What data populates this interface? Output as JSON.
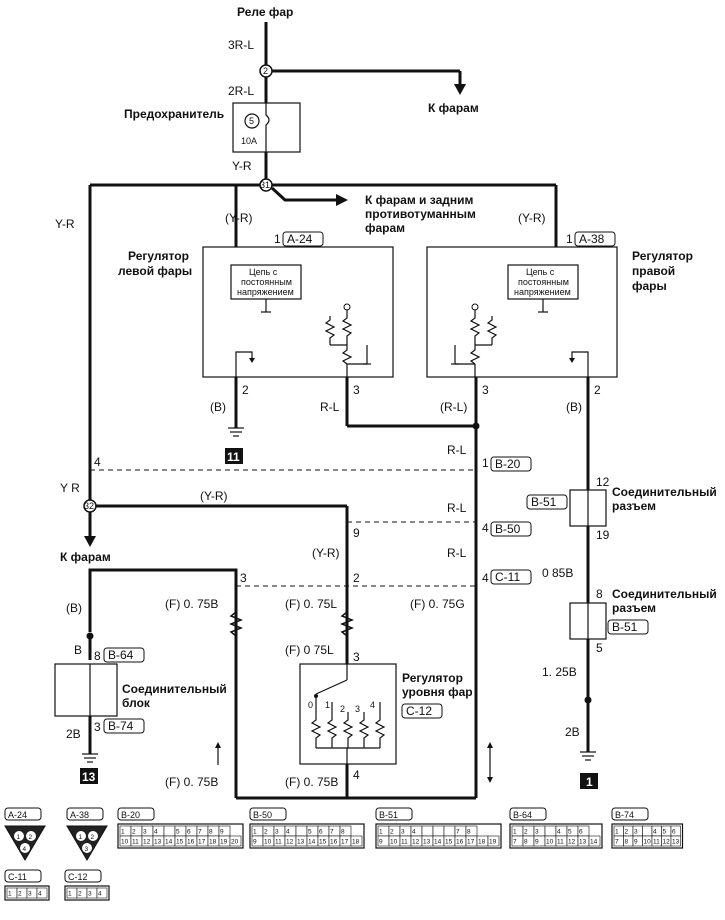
{
  "top_label": "Реле фар",
  "fuse": {
    "title": "Предохранитель",
    "number": "5",
    "rating": "10A"
  },
  "to_headlights": "К фарам",
  "to_headlights_rear_fog": [
    "К фарам и задним",
    "противотуманным",
    "фарам"
  ],
  "left_regulator": {
    "title": [
      "Регулятор",
      "левой фары"
    ],
    "const_circuit": [
      "Цепь с",
      "постоянным",
      "напряжением"
    ],
    "connector": "A-24"
  },
  "right_regulator": {
    "title": [
      "Регулятор",
      "правой",
      "фары"
    ],
    "const_circuit": [
      "Цепь с",
      "постоянным",
      "напряжением"
    ],
    "connector": "A-38"
  },
  "wires": {
    "w_3RL": "3R-L",
    "w_2RL": "2R-L",
    "w_YR_a": "Y-R",
    "w_YR_b": "Y-R",
    "w_YR_c": "Y R",
    "w_YRp_l": "(Y-R)",
    "w_YRp_r": "(Y-R)",
    "w_YRp_h": "(Y-R)",
    "w_YRp_v": "(Y-R)",
    "w_B_l": "(B)",
    "w_B_r": "(B)",
    "w_B_j": "(B)",
    "w_B_j2": "B",
    "w_RL_a": "R-L",
    "w_RL_b": "(R-L)",
    "w_RL_c": "R-L",
    "w_RL_d": "R-L",
    "w_RL_e": "R-L",
    "w_085B": "0 85B",
    "w_125B": "1. 25B",
    "w_2B_r": "2B",
    "w_2B_l": "2B",
    "w_F075B_a": "(F) 0. 75B",
    "w_F075L_a": "(F) 0. 75L",
    "w_F075G": "(F) 0. 75G",
    "w_F075L_b": "(F) 0  75L",
    "w_F075B_b": "(F) 0. 75B",
    "w_F075B_c": "(F) 0. 75B"
  },
  "pins": {
    "p1l": "1",
    "p1r": "1",
    "p2l": "2",
    "p3l": "3",
    "p3r": "3",
    "p2r": "2",
    "p4": "4",
    "p1b20": "1",
    "p9": "9",
    "p4b50": "4",
    "p3j": "3",
    "p2j": "2",
    "p4c11": "4",
    "p12": "12",
    "p19": "19",
    "p8r": "8",
    "p5r": "5",
    "p8j": "8",
    "p3b74": "3",
    "p3lr": "3",
    "p4lr": "4"
  },
  "splices": {
    "s2": "2",
    "s31": "31",
    "s32": "32"
  },
  "grounds": {
    "g11": "11",
    "g1": "1",
    "g13": "13"
  },
  "connectors": {
    "b20": "B-20",
    "b50": "B-50",
    "c11": "C-11",
    "b51_a": "B-51",
    "b51_b": "B-51",
    "b64": "B-64",
    "b74": "B-74",
    "c12": "C-12"
  },
  "joint_connector_right_1": [
    "Соединительный",
    "разъем"
  ],
  "joint_connector_right_2": [
    "Соединительный",
    "разъем"
  ],
  "joint_block": [
    "Соединительный",
    "блок"
  ],
  "level_regulator": [
    "Регулятор",
    "уровня фар"
  ],
  "level_switch_positions": [
    "0",
    "1",
    "2",
    "3",
    "4"
  ],
  "to_headlights_bottom": "К фарам",
  "legend": {
    "a24": {
      "name": "A-24",
      "pins": [
        "1",
        "2",
        "4"
      ]
    },
    "a38": {
      "name": "A-38",
      "pins": [
        "1",
        "2",
        "3"
      ]
    },
    "b20": {
      "name": "B-20",
      "row1": [
        "1",
        "2",
        "3",
        "4",
        "",
        "5",
        "6",
        "7",
        "8",
        "9"
      ],
      "row2": [
        "10",
        "11",
        "12",
        "13",
        "14",
        "15",
        "16",
        "17",
        "18",
        "19",
        "20"
      ]
    },
    "b50": {
      "name": "B-50",
      "row1": [
        "1",
        "2",
        "3",
        "4",
        "",
        "5",
        "6",
        "7",
        "8"
      ],
      "row2": [
        "9",
        "10",
        "11",
        "12",
        "13",
        "14",
        "15",
        "16",
        "17",
        "18"
      ]
    },
    "b51": {
      "name": "B-51",
      "row1": [
        "1",
        "2",
        "3",
        "4",
        "",
        "",
        "",
        "7",
        "8"
      ],
      "row2": [
        "9",
        "10",
        "11",
        "12",
        "13",
        "14",
        "15",
        "16",
        "17",
        "18",
        "19"
      ]
    },
    "b64": {
      "name": "B-64",
      "row1": [
        "1",
        "2",
        "3",
        "",
        "4",
        "5",
        "6"
      ],
      "row2": [
        "7",
        "8",
        "9",
        "10",
        "11",
        "12",
        "13",
        "14"
      ]
    },
    "b74": {
      "name": "B-74",
      "row1": [
        "1",
        "2",
        "3",
        "",
        "4",
        "5",
        "6"
      ],
      "row2": [
        "7",
        "8",
        "9",
        "10",
        "11",
        "12",
        "13"
      ]
    },
    "c11": {
      "name": "C-11",
      "row1": [
        "1",
        "2",
        "3",
        "4"
      ]
    },
    "c12": {
      "name": "C-12",
      "row1": [
        "1",
        "2",
        "3",
        "4"
      ]
    }
  }
}
